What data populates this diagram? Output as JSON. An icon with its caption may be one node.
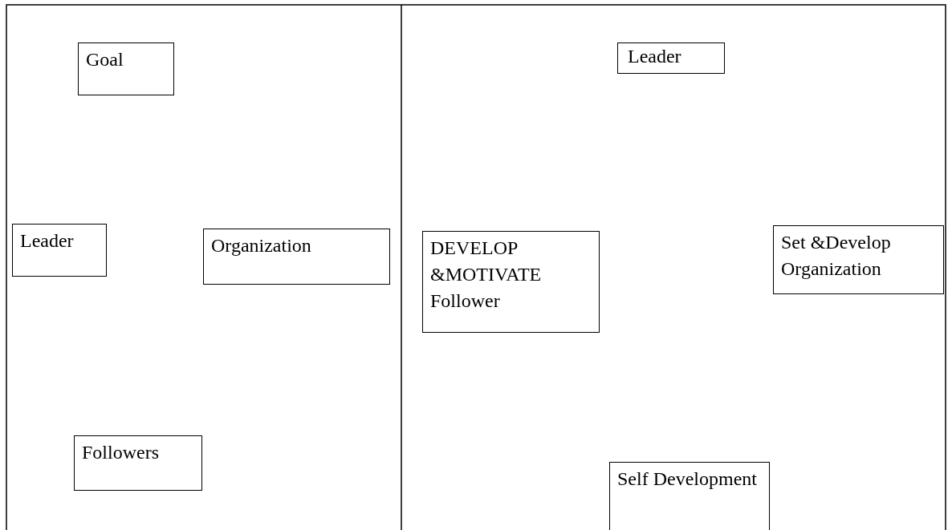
{
  "diagram": {
    "nodes": [
      {
        "text": [
          "Goal"
        ]
      },
      {
        "text": [
          "Leader"
        ]
      },
      {
        "text": [
          "Organization"
        ]
      },
      {
        "text": [
          "Followers"
        ]
      },
      {
        "text": [
          "Leader"
        ]
      },
      {
        "text": [
          "DEVELOP &MOTIVATE Follower"
        ]
      },
      {
        "text": [
          "Set &Develop Organization"
        ]
      },
      {
        "text": [
          "Self Development"
        ]
      }
    ]
  }
}
